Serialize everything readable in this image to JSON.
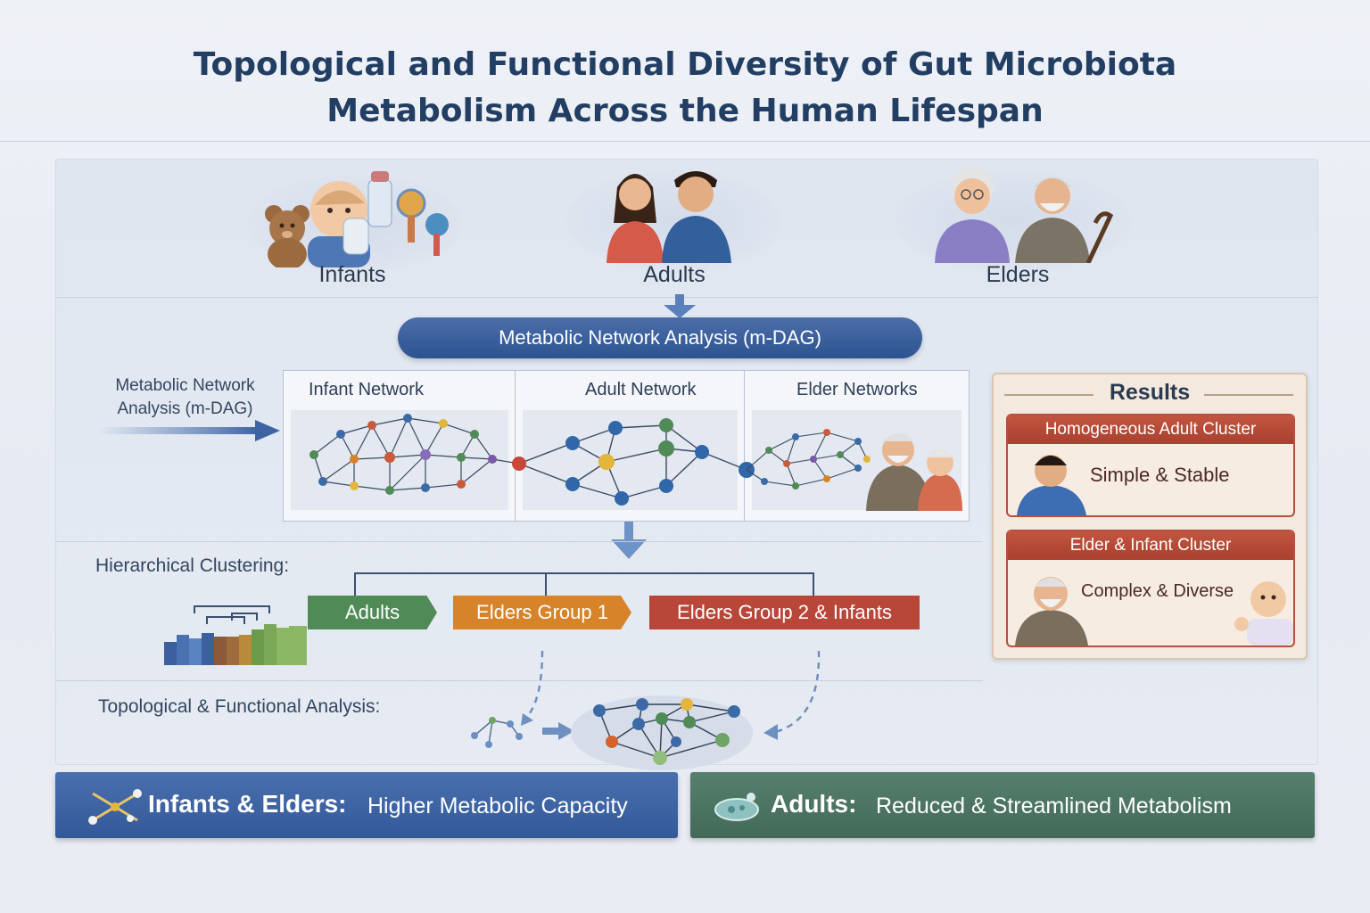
{
  "title": {
    "line1": "Topological and Functional Diversity of Gut Microbiota",
    "line2": "Metabolism Across the Human Lifespan"
  },
  "groups": {
    "infants": "Infants",
    "adults": "Adults",
    "elders": "Elders"
  },
  "analysis_pill": "Metabolic Network Analysis (m-DAG)",
  "side_label": {
    "line1": "Metabolic Network",
    "line2": "Analysis (m-DAG)"
  },
  "networks": {
    "infant": "Infant Network",
    "adult": "Adult Network",
    "elder": "Elder Networks"
  },
  "clustering": {
    "label": "Hierarchical Clustering:",
    "adults": "Adults",
    "elders_group_1": "Elders Group 1",
    "elders_group_2": "Elders Group 2 & Infants"
  },
  "topological": {
    "label": "Topological & Functional Analysis:"
  },
  "results": {
    "title": "Results",
    "cluster1": {
      "header": "Homogeneous Adult Cluster",
      "text": "Simple & Stable"
    },
    "cluster2": {
      "header": "Elder & Infant Cluster",
      "text": "Complex & Diverse"
    }
  },
  "conclusions": {
    "left": {
      "bold": "Infants & Elders:",
      "text": "Higher Metabolic Capacity",
      "color": "#3b609d"
    },
    "right": {
      "bold": "Adults:",
      "text": "Reduced & Streamlined Metabolism",
      "color": "#4d7563"
    }
  },
  "colors": {
    "title": "#223e62",
    "adults_tag": "#4f8a57",
    "elders_group_1_tag": "#d7832a",
    "elders_group_2_tag": "#b8473a"
  }
}
